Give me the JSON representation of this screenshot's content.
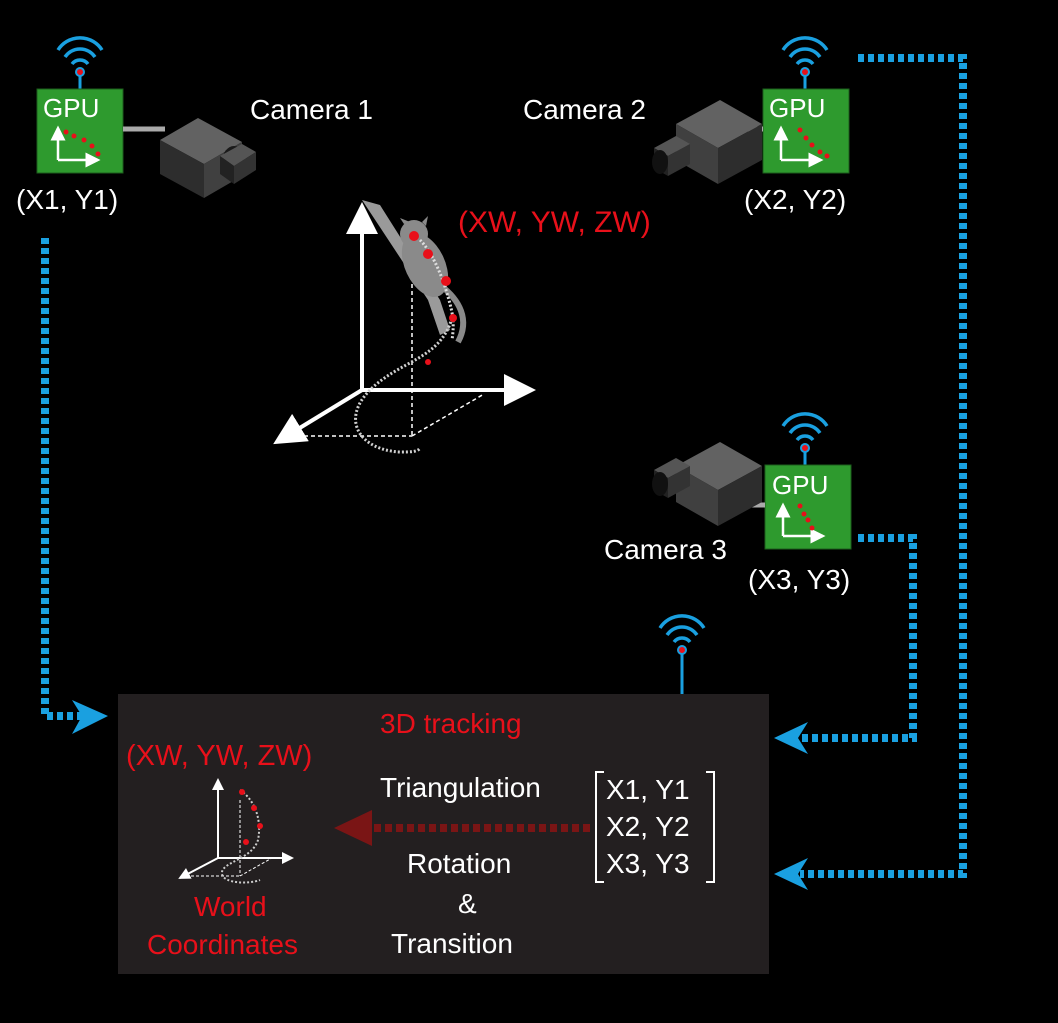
{
  "colors": {
    "background": "#000000",
    "panel": "#231f20",
    "gpu_green": "#2e9a2e",
    "link_blue": "#1aa0e0",
    "highlight_red": "#e8101a",
    "dark_red_arrow": "#7a1515",
    "wifi_blue": "#1aa0e0"
  },
  "cameras": [
    {
      "label": "Camera 1",
      "coords": "(X1, Y1)",
      "gpu": "GPU"
    },
    {
      "label": "Camera 2",
      "coords": "(X2, Y2)",
      "gpu": "GPU"
    },
    {
      "label": "Camera 3",
      "coords": "(X3, Y3)",
      "gpu": "GPU"
    }
  ],
  "scene": {
    "world_label": "(XW, YW, ZW)"
  },
  "panel": {
    "title": "3D tracking",
    "world_label": "(XW, YW, ZW)",
    "world_caption_line1": "World",
    "world_caption_line2": "Coordinates",
    "triangulation": "Triangulation",
    "rotation_line1": "Rotation",
    "rotation_line2": "&",
    "rotation_line3": "Transition",
    "matrix": [
      "X1, Y1",
      "X2, Y2",
      "X3, Y3"
    ]
  },
  "icons": [
    "wifi-icon",
    "camera-icon",
    "gpu-chip-icon",
    "axes-icon",
    "animal-silhouette-icon"
  ]
}
